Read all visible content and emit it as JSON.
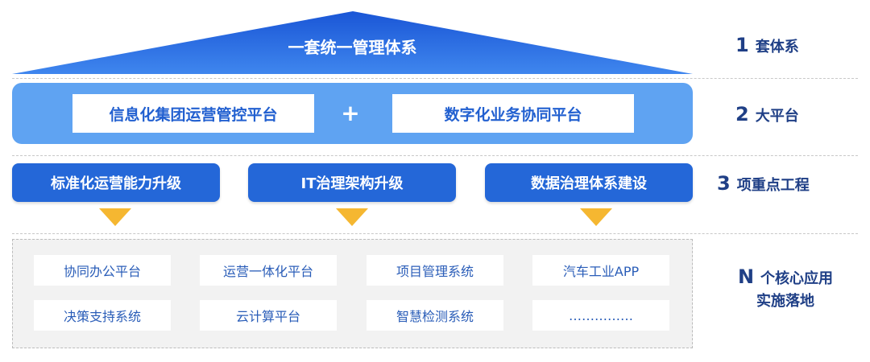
{
  "roof": {
    "title": "一套统一管理体系"
  },
  "platforms": {
    "left": "信息化集团运营管控平台",
    "plus": "+",
    "right": "数字化业务协同平台"
  },
  "projects": [
    "标准化运营能力升级",
    "IT治理架构升级",
    "数据治理体系建设"
  ],
  "apps": {
    "row1": [
      "协同办公平台",
      "运营一体化平台",
      "项目管理系统",
      "汽车工业APP"
    ],
    "row2": [
      "决策支持系统",
      "云计算平台",
      "智慧检测系统",
      "……………"
    ]
  },
  "levels": [
    {
      "num": "1",
      "text": "套体系"
    },
    {
      "num": "2",
      "text": "大平台"
    },
    {
      "num": "3",
      "text": "项重点工程"
    },
    {
      "num": "N",
      "text": "个核心应用",
      "text2": "实施落地"
    }
  ],
  "colors": {
    "roof_top": "#1a56d6",
    "roof_bottom": "#3f86ee",
    "platform_bar": "#5fa3f2",
    "project_box": "#2467d8",
    "arrow": "#f5b731",
    "label": "#1f3f86",
    "app_text": "#2a5db8"
  }
}
